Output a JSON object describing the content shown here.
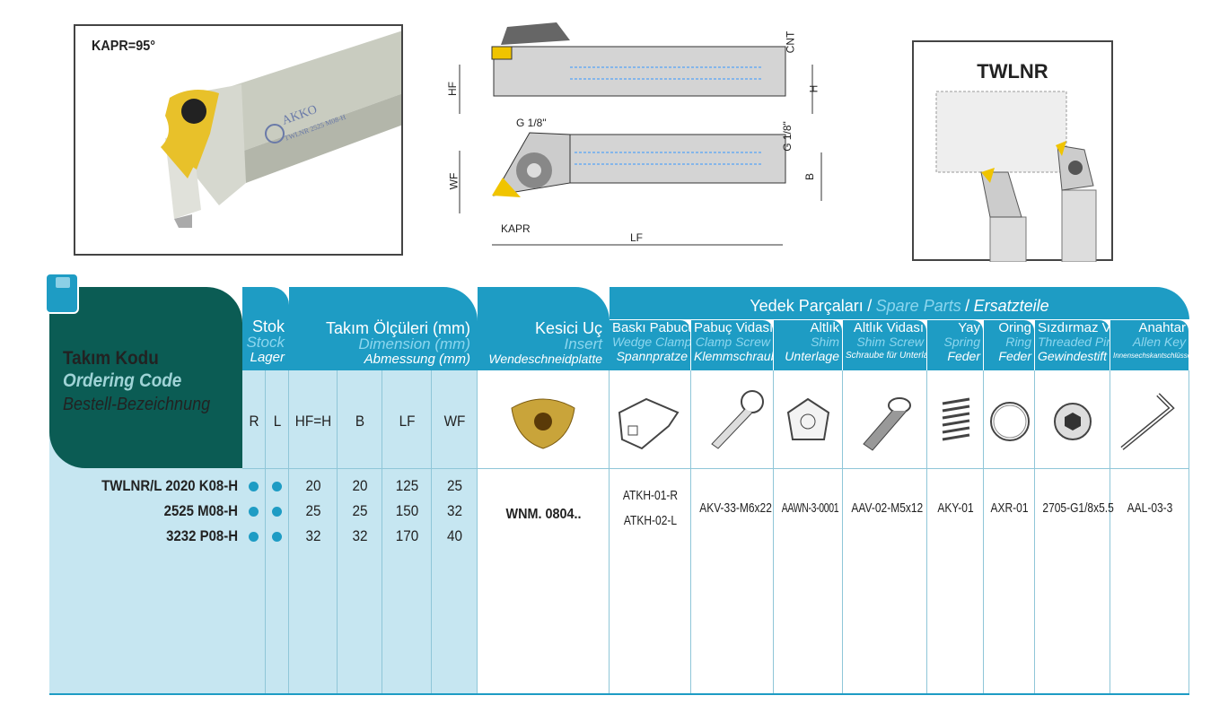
{
  "photo": {
    "kapr_label": "KAPR=95°",
    "brand": "AKKO",
    "marking": "TWLNR 2525 M08-H"
  },
  "drawing": {
    "labels": {
      "hf": "HF",
      "h": "H",
      "cnt": "CNT",
      "g_left": "G 1/8\"",
      "g_right": "G 1/8\"",
      "wf": "WF",
      "b": "B",
      "kapr": "KAPR",
      "lf": "LF"
    }
  },
  "schematic": {
    "title": "TWLNR"
  },
  "table": {
    "code_header": {
      "tr": "Takım Kodu",
      "en": "Ordering Code",
      "de": "Bestell-Bezeichnung"
    },
    "stock_header": {
      "tr": "Stok",
      "en": "Stock",
      "de": "Lager"
    },
    "dim_header": {
      "tr": "Takım Ölçüleri (mm)",
      "en": "Dimension (mm)",
      "de": "Abmessung (mm)"
    },
    "insert_header": {
      "tr": "Kesici Uç",
      "en": "Insert",
      "de": "Wendeschneidplatte"
    },
    "spare_header": {
      "tr": "Yedek Parçaları",
      "sep1": "/",
      "en": "Spare Parts",
      "sep2": "/",
      "de": "Ersatzteile"
    },
    "spare_cols": [
      {
        "tr": "Baskı Pabucu",
        "en": "Wedge Clamp",
        "de": "Spannpratze",
        "icon": "wedge-clamp-icon"
      },
      {
        "tr": "Pabuç Vidası",
        "en": "Clamp Screw",
        "de": "Klemmschraube",
        "icon": "clamp-screw-icon"
      },
      {
        "tr": "Altlık",
        "en": "Shim",
        "de": "Unterlage",
        "icon": "shim-icon"
      },
      {
        "tr": "Altlık Vidası",
        "en": "Shim Screw",
        "de": "Schraube für Unterlage",
        "icon": "shim-screw-icon"
      },
      {
        "tr": "Yay",
        "en": "Spring",
        "de": "Feder",
        "icon": "spring-icon"
      },
      {
        "tr": "Oring",
        "en": "Ring",
        "de": "Feder",
        "icon": "ring-icon"
      },
      {
        "tr": "Sızdırmaz Vida",
        "en": "Threaded Pin",
        "de": "Gewindestift",
        "icon": "threaded-pin-icon"
      },
      {
        "tr": "Anahtar",
        "en": "Allen Key",
        "de": "Innensechskantschlüssel",
        "icon": "allen-key-icon"
      }
    ],
    "col_heads": [
      "R",
      "L",
      "HF=H",
      "B",
      "LF",
      "WF"
    ],
    "rows": [
      {
        "code": "TWLNR/L 2020 K08-H",
        "r": "●",
        "l": "●",
        "hf": "20",
        "b": "20",
        "lf": "125",
        "wf": "25"
      },
      {
        "code": "2525 M08-H",
        "r": "●",
        "l": "●",
        "hf": "25",
        "b": "25",
        "lf": "150",
        "wf": "32"
      },
      {
        "code": "3232 P08-H",
        "r": "●",
        "l": "●",
        "hf": "32",
        "b": "32",
        "lf": "170",
        "wf": "40"
      }
    ],
    "insert": "WNM. 0804..",
    "parts": {
      "clamp": [
        "ATKH-01-R",
        "ATKH-02-L"
      ],
      "clamp_screw": "AKV-33-M6x22",
      "shim": "AAWN-3-0001",
      "shim_screw": "AAV-02-M5x12",
      "spring": "AKY-01",
      "ring": "AXR-01",
      "pin": "2705-G1/8x5.5",
      "key": "AAL-03-3"
    }
  },
  "colors": {
    "header": "#1e9cc4",
    "code_header": "#0b5c54",
    "body": "#c6e6f1",
    "insert": "#c9a43a"
  }
}
